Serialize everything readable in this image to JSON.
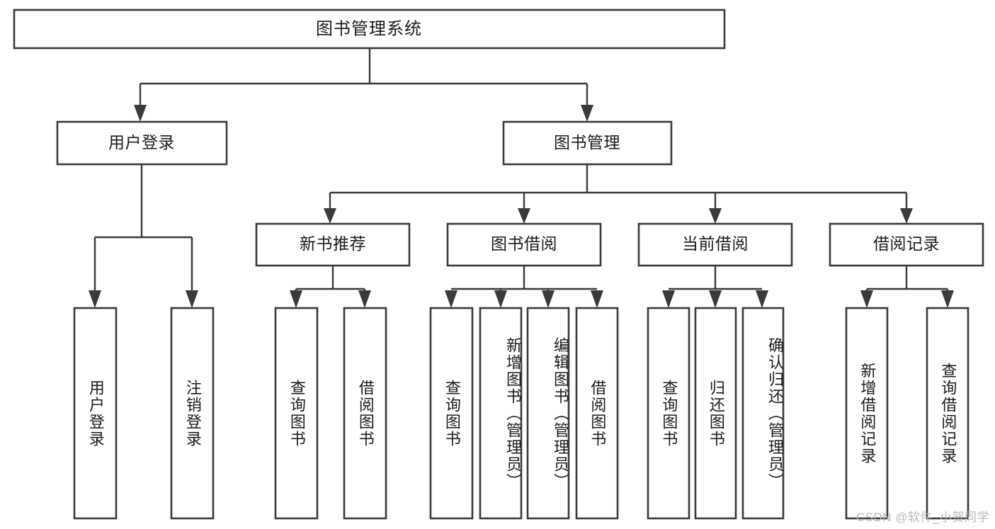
{
  "diagram": {
    "type": "tree-hierarchy",
    "title": "图书管理系统",
    "root": {
      "label": "图书管理系统"
    },
    "level1": [
      {
        "label": "用户登录"
      },
      {
        "label": "图书管理"
      }
    ],
    "level2": [
      {
        "label": "新书推荐",
        "parent": "图书管理"
      },
      {
        "label": "图书借阅",
        "parent": "图书管理"
      },
      {
        "label": "当前借阅",
        "parent": "图书管理"
      },
      {
        "label": "借阅记录",
        "parent": "图书管理"
      }
    ],
    "leaves": {
      "user_login": [
        {
          "label": "用户登录"
        },
        {
          "label": "注销登录"
        }
      ],
      "new_book_rec": [
        {
          "label": "查询图书"
        },
        {
          "label": "借阅图书"
        }
      ],
      "book_borrow": [
        {
          "label": "查询图书"
        },
        {
          "label": "新增图书（管理员）"
        },
        {
          "label": "编辑图书（管理员）"
        },
        {
          "label": "借阅图书"
        }
      ],
      "current_borrow": [
        {
          "label": "查询图书"
        },
        {
          "label": "归还图书"
        },
        {
          "label": "确认归还（管理员）"
        }
      ],
      "borrow_record": [
        {
          "label": "新增借阅记录"
        },
        {
          "label": "查询借阅记录"
        }
      ]
    },
    "colors": {
      "box_stroke": "#3a3a3a",
      "box_fill": "#ffffff",
      "text": "#1b1b1b",
      "connector": "#3a3a3a",
      "watermark": "#b9b9b9",
      "background": "#ffffff"
    }
  },
  "watermark": {
    "text": "CSDN @软件_小贺同学"
  }
}
